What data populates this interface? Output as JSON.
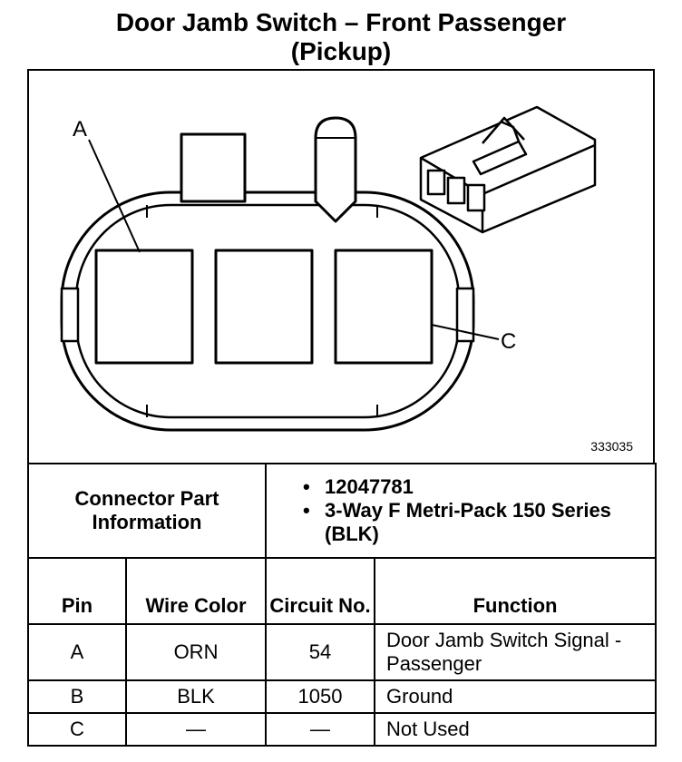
{
  "title": {
    "line1": "Door Jamb Switch – Front Passenger",
    "line2": "(Pickup)"
  },
  "diagram": {
    "label_a": "A",
    "label_c": "C",
    "figure_number": "333035"
  },
  "connector_info": {
    "label": "Connector Part Information",
    "items": [
      "12047781",
      "3-Way F Metri-Pack 150 Series (BLK)"
    ]
  },
  "table": {
    "headers": {
      "pin": "Pin",
      "wire_color": "Wire Color",
      "circuit_no": "Circuit No.",
      "function": "Function"
    },
    "rows": [
      {
        "pin": "A",
        "wire_color": "ORN",
        "circuit": "54",
        "function": "Door Jamb Switch Signal - Passenger"
      },
      {
        "pin": "B",
        "wire_color": "BLK",
        "circuit": "1050",
        "function": "Ground"
      },
      {
        "pin": "C",
        "wire_color": "—",
        "circuit": "—",
        "function": "Not Used"
      }
    ]
  }
}
